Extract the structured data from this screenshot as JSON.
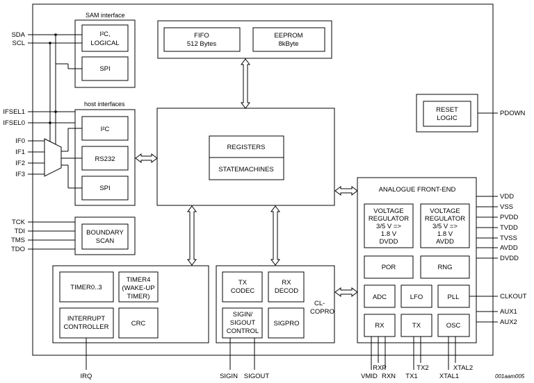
{
  "sam_interface": {
    "title": "SAM interface",
    "i2c_logical_1": "I²C,",
    "i2c_logical_2": "LOGICAL",
    "spi": "SPI"
  },
  "host_interfaces": {
    "title": "host interfaces",
    "i2c": "I²C",
    "rs232": "RS232",
    "spi": "SPI"
  },
  "boundary_scan": {
    "line1": "BOUNDARY",
    "line2": "SCAN"
  },
  "memory": {
    "fifo_1": "FIFO",
    "fifo_2": "512 Bytes",
    "eeprom_1": "EEPROM",
    "eeprom_2": "8kByte"
  },
  "core": {
    "registers": "REGISTERS",
    "statemachines": "STATEMACHINES"
  },
  "reset": {
    "line1": "RESET",
    "line2": "LOGIC"
  },
  "timers": {
    "timer03": "TIMER0..3",
    "timer4_1": "TIMER4",
    "timer4_2": "(WAKE-UP",
    "timer4_3": "TIMER)",
    "int_1": "INTERRUPT",
    "int_2": "CONTROLLER",
    "crc": "CRC"
  },
  "clpro": {
    "tx_1": "TX",
    "tx_2": "CODEC",
    "rx_1": "RX",
    "rx_2": "DECOD",
    "sig_1": "SIGIN/",
    "sig_2": "SIGOUT",
    "sig_3": "CONTROL",
    "sigpro": "SIGPRO",
    "label_1": "CL-",
    "label_2": "COPRO"
  },
  "afe": {
    "title": "ANALOGUE FRONT-END",
    "vreg1": [
      "VOLTAGE",
      "REGULATOR",
      "3/5 V =>",
      "1.8 V",
      "DVDD"
    ],
    "vreg2": [
      "VOLTAGE",
      "REGULATOR",
      "3/5 V =>",
      "1.8 V",
      "AVDD"
    ],
    "por": "POR",
    "rng": "RNG",
    "adc": "ADC",
    "lfo": "LFO",
    "pll": "PLL",
    "rx": "RX",
    "tx": "TX",
    "osc": "OSC"
  },
  "pins_left": {
    "sda": "SDA",
    "scl": "SCL",
    "ifsel1": "IFSEL1",
    "ifsel0": "IFSEL0",
    "if0": "IF0",
    "if1": "IF1",
    "if2": "IF2",
    "if3": "IF3",
    "tck": "TCK",
    "tdi": "TDI",
    "tms": "TMS",
    "tdo": "TDO"
  },
  "pins_right": {
    "pdown": "PDOWN",
    "vdd": "VDD",
    "vss": "VSS",
    "pvdd": "PVDD",
    "tvdd": "TVDD",
    "tvss": "TVSS",
    "avdd": "AVDD",
    "dvdd": "DVDD",
    "clkout": "CLKOUT",
    "aux1": "AUX1",
    "aux2": "AUX2"
  },
  "pins_bottom": {
    "irq": "IRQ",
    "sigin": "SIGIN",
    "sigout": "SIGOUT",
    "vmid": "VMID",
    "rxp": "RXP",
    "rxn": "RXN",
    "tx1": "TX1",
    "tx2": "TX2",
    "xtal1": "XTAL1",
    "xtal2": "XTAL2"
  },
  "figure_id": "001aam005"
}
